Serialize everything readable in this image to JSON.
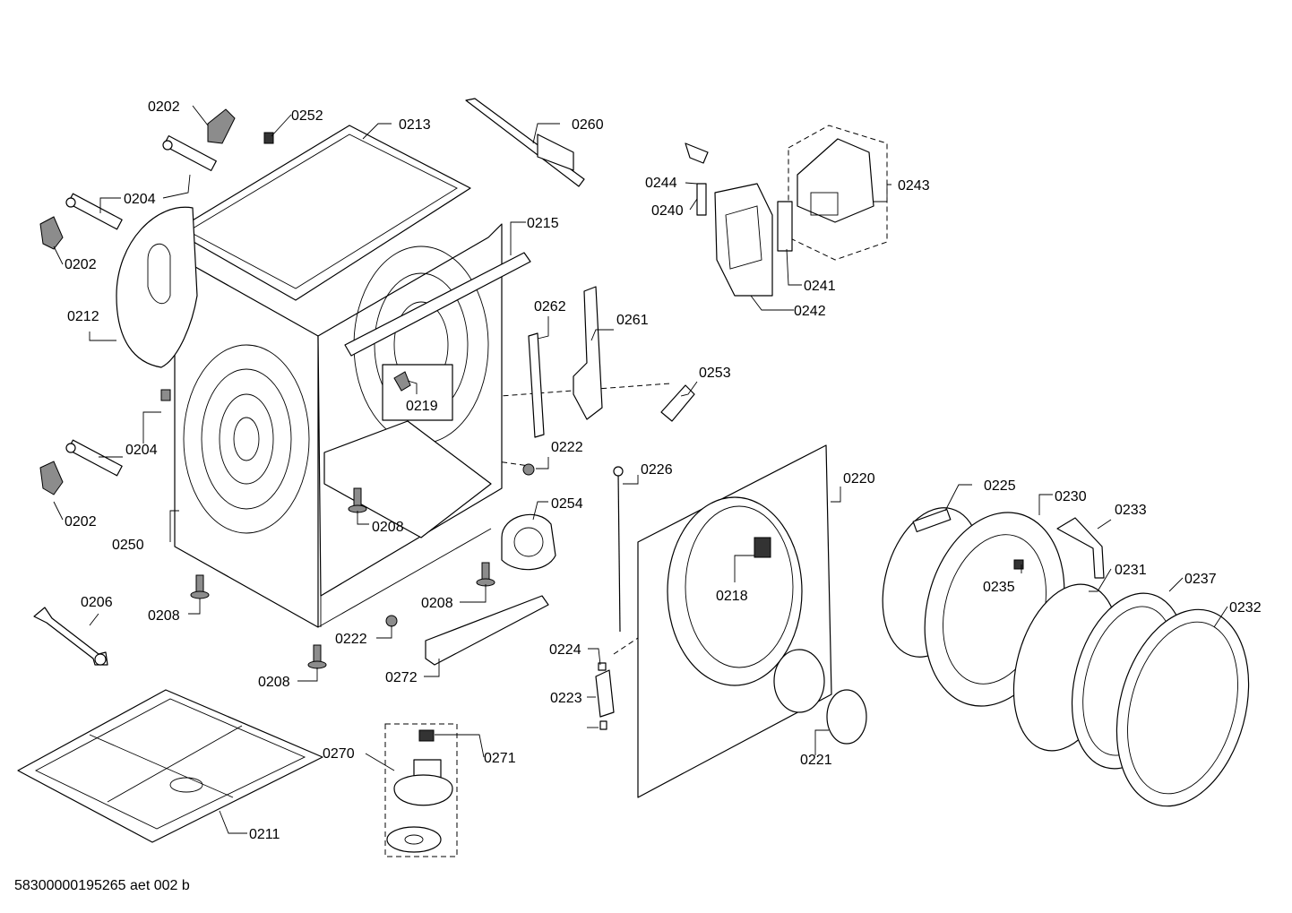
{
  "diagram": {
    "callouts": {
      "p0202a": "0202",
      "p0252": "0252",
      "p0213": "0213",
      "p0260": "0260",
      "p0204a": "0204",
      "p0202b": "0202",
      "p0215": "0215",
      "p0244": "0244",
      "p0243": "0243",
      "p0240": "0240",
      "p0241": "0241",
      "p0242": "0242",
      "p0212": "0212",
      "p0262": "0262",
      "p0261": "0261",
      "p0219": "0219",
      "p0253": "0253",
      "p0204b": "0204",
      "p0222a": "0222",
      "p0226": "0226",
      "p0220": "0220",
      "p0225": "0225",
      "p0230": "0230",
      "p0233": "0233",
      "p0202c": "0202",
      "p0250": "0250",
      "p0208a": "0208",
      "p0254": "0254",
      "p0218": "0218",
      "p0235": "0235",
      "p0231": "0231",
      "p0237": "0237",
      "p0232": "0232",
      "p0206": "0206",
      "p0208b": "0208",
      "p0208c": "0208",
      "p0222b": "0222",
      "p0224": "0224",
      "p0272": "0272",
      "p0208d": "0208",
      "p0223": "0223",
      "p0270": "0270",
      "p0271": "0271",
      "p0221": "0221",
      "p0211": "0211"
    },
    "footer_code": "58300000195265 aet 002 b"
  }
}
